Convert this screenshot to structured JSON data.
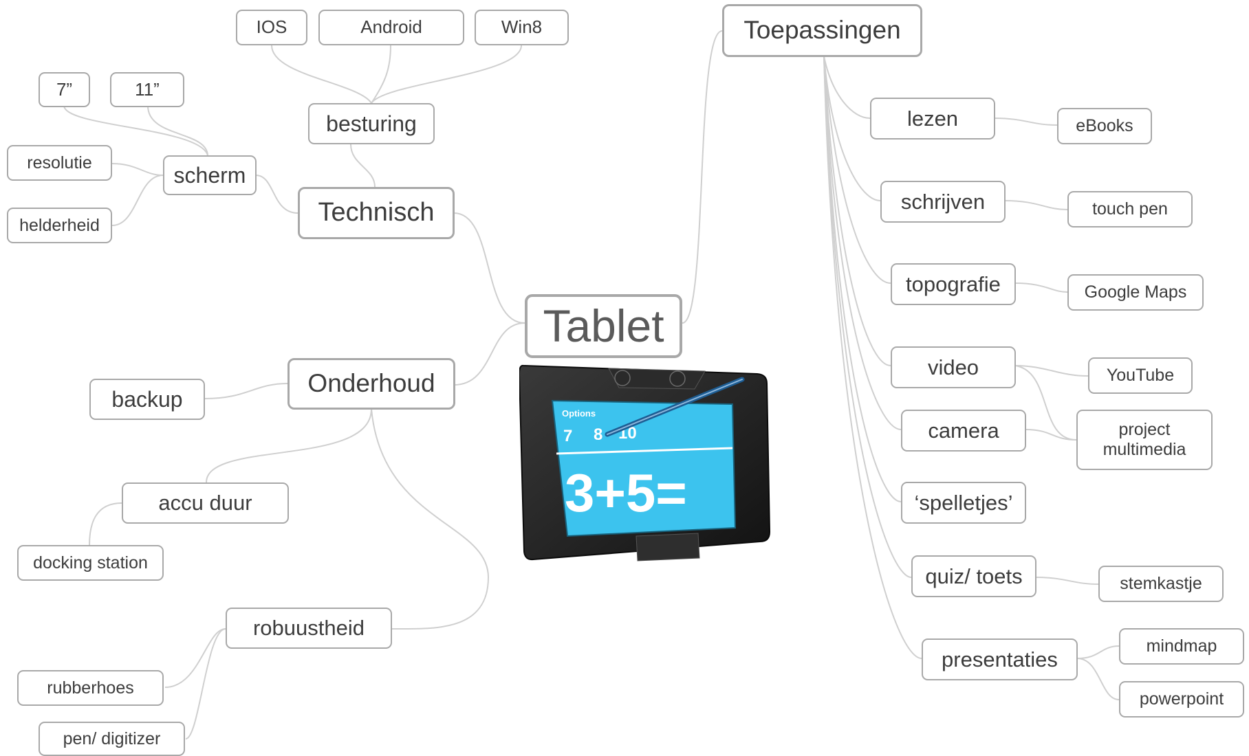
{
  "mindmap": {
    "root": "Tablet",
    "branches": {
      "technisch": {
        "label": "Technisch",
        "besturing": {
          "label": "besturing",
          "children": [
            "IOS",
            "Android",
            "Win8"
          ]
        },
        "scherm": {
          "label": "scherm",
          "children": [
            "7”",
            "11”",
            "resolutie",
            "helderheid"
          ]
        }
      },
      "onderhoud": {
        "label": "Onderhoud",
        "backup": "backup",
        "accu_duur": {
          "label": "accu duur",
          "children": [
            "docking station"
          ]
        },
        "robuustheid": {
          "label": "robuustheid",
          "children": [
            "rubberhoes",
            "pen/ digitizer"
          ]
        }
      },
      "toepassingen": {
        "label": "Toepassingen",
        "lezen": {
          "label": "lezen",
          "children": [
            "eBooks"
          ]
        },
        "schrijven": {
          "label": "schrijven",
          "children": [
            "touch pen"
          ]
        },
        "topografie": {
          "label": "topografie",
          "children": [
            "Google Maps"
          ]
        },
        "video": {
          "label": "video",
          "children": [
            "YouTube"
          ]
        },
        "camera": {
          "label": "camera"
        },
        "shared_video_camera": "project multimedia",
        "spelletjes": "‘spelletjes’",
        "quiz_toets": {
          "label": "quiz/ toets",
          "children": [
            "stemkastje"
          ]
        },
        "presentaties": {
          "label": "presentaties",
          "children": [
            "mindmap",
            "powerpoint"
          ]
        }
      }
    }
  },
  "illustration": {
    "screen_options_label": "Options",
    "screen_options": [
      "7",
      "8",
      "10"
    ],
    "screen_equation": "3+5="
  },
  "colors": {
    "node_border": "#a8a8a8",
    "connector": "#cfcfcf",
    "text": "#3c3c3c",
    "root_text": "#5a5a5a",
    "screen_blue": "#3cc3ee"
  }
}
